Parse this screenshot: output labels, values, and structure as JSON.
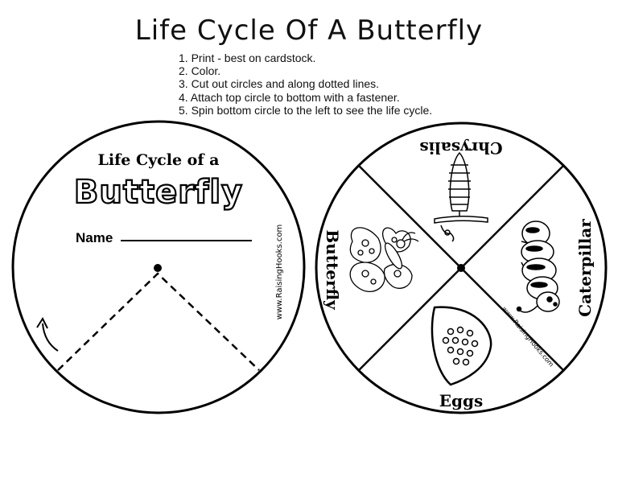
{
  "title": "Life Cycle Of A Butterfly",
  "instructions": [
    "1. Print - best on cardstock.",
    "2. Color.",
    "3. Cut out circles and along dotted lines.",
    "4. Attach top circle to bottom with a fastener.",
    "5. Spin bottom circle to the left to see the life cycle."
  ],
  "top_circle": {
    "heading_line1": "Life Cycle of a",
    "heading_line2": "Butterfly",
    "name_label": "Name",
    "watermark": "www.RaisingHooks.com"
  },
  "bottom_circle": {
    "labels": {
      "chrysalis": "Chrysalis",
      "caterpillar": "Caterpillar",
      "eggs": "Eggs",
      "butterfly": "Butterfly"
    },
    "watermark": "www.RaisingHooks.com"
  },
  "icons": [
    "arrow-icon",
    "fastener-dot-icon",
    "chrysalis-icon",
    "caterpillar-icon",
    "eggs-icon",
    "butterfly-icon"
  ]
}
